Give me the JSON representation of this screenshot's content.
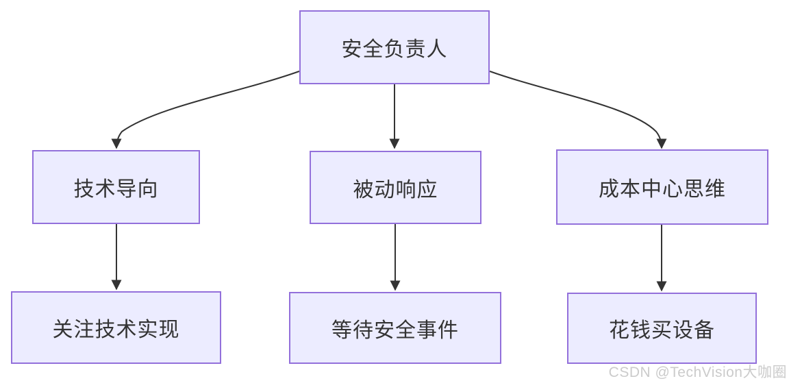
{
  "diagram": {
    "type": "flowchart",
    "nodes": [
      {
        "id": "root",
        "label": "安全负责人"
      },
      {
        "id": "tech_oriented",
        "label": "技术导向"
      },
      {
        "id": "reactive",
        "label": "被动响应"
      },
      {
        "id": "cost_center",
        "label": "成本中心思维"
      },
      {
        "id": "tech_impl",
        "label": "关注技术实现"
      },
      {
        "id": "wait_incident",
        "label": "等待安全事件"
      },
      {
        "id": "buy_devices",
        "label": "花钱买设备"
      }
    ],
    "edges": [
      {
        "from": "root",
        "to": "tech_oriented"
      },
      {
        "from": "root",
        "to": "reactive"
      },
      {
        "from": "root",
        "to": "cost_center"
      },
      {
        "from": "tech_oriented",
        "to": "tech_impl"
      },
      {
        "from": "reactive",
        "to": "wait_incident"
      },
      {
        "from": "cost_center",
        "to": "buy_devices"
      }
    ],
    "colors": {
      "node_fill": "#ECECFF",
      "node_border": "#9370DB",
      "node_text": "#333333",
      "edge": "#333333",
      "watermark": "#C8C8C8",
      "background": "#FFFFFF"
    }
  },
  "watermark": {
    "text": "CSDN @TechVision大咖圈"
  }
}
